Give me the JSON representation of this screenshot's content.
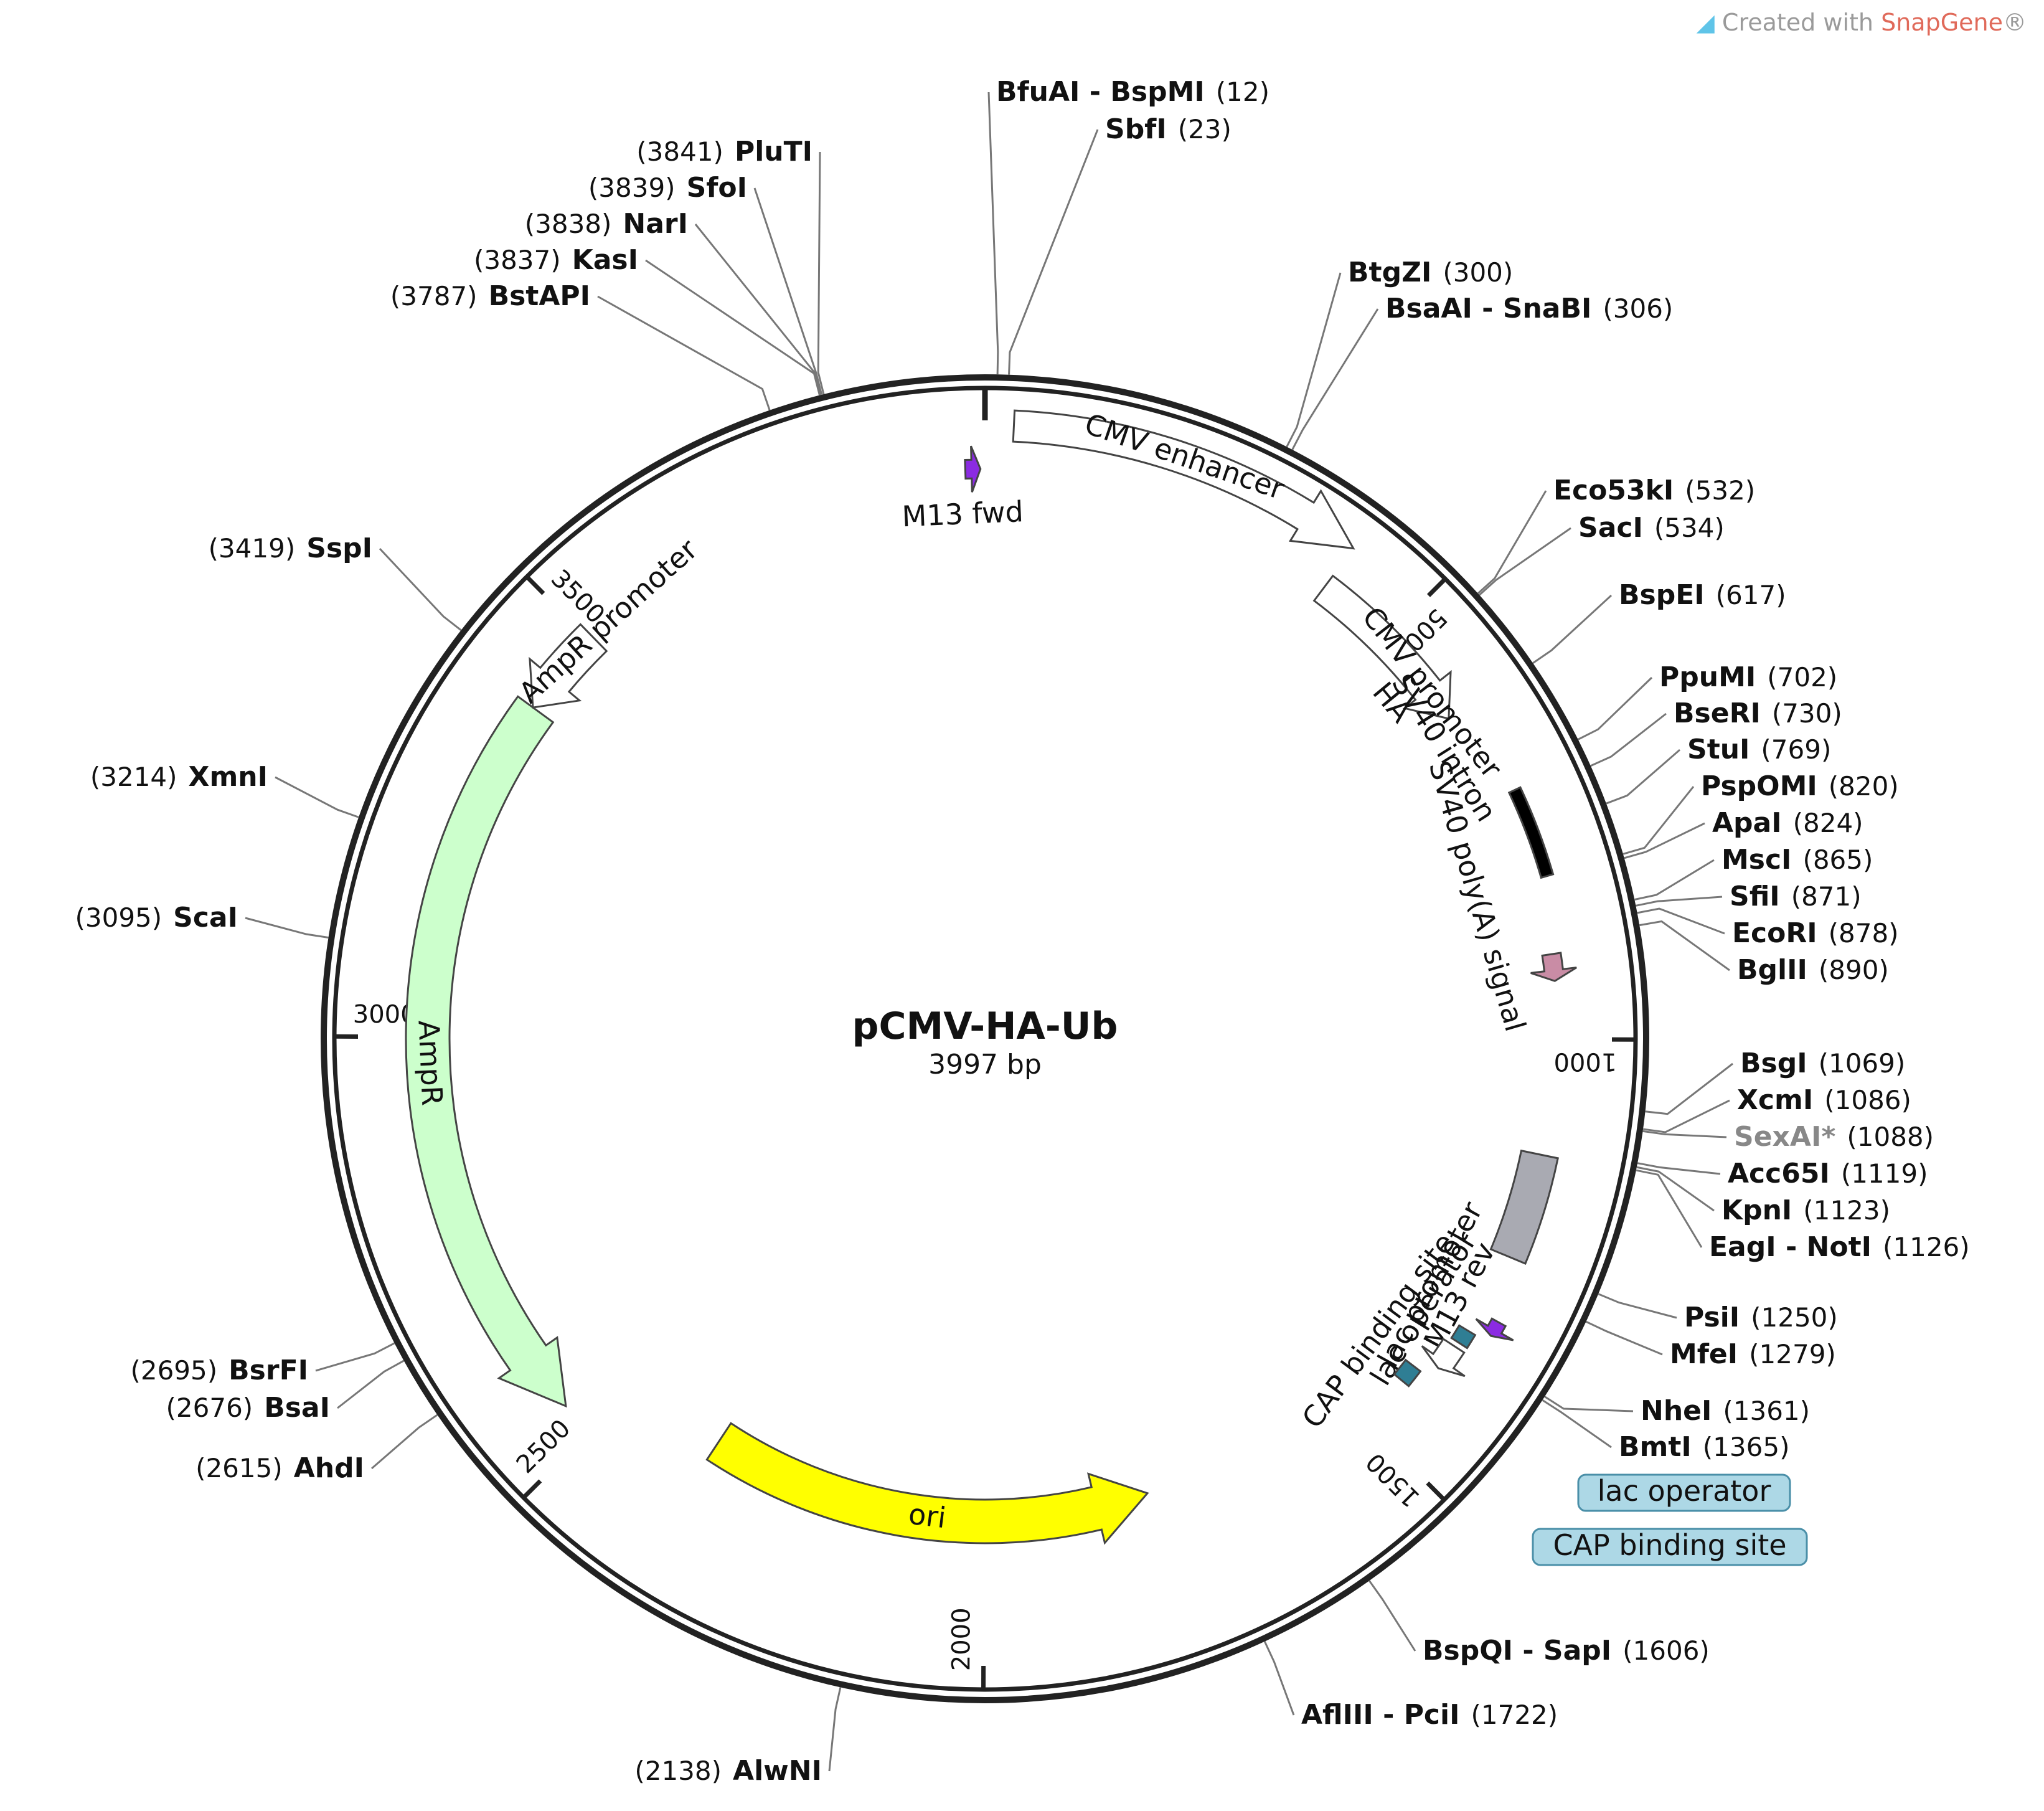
{
  "plasmid": {
    "name": "pCMV-HA-Ub",
    "size_label": "3997 bp",
    "length": 3997
  },
  "watermark": {
    "prefix": "Created with ",
    "brand": "SnapGene",
    "suffix": "®"
  },
  "ticks": [
    {
      "bp": 500,
      "label": "500"
    },
    {
      "bp": 1000,
      "label": "1000"
    },
    {
      "bp": 1500,
      "label": "1500"
    },
    {
      "bp": 2000,
      "label": "2000"
    },
    {
      "bp": 2500,
      "label": "2500"
    },
    {
      "bp": 3000,
      "label": "3000"
    },
    {
      "bp": 3500,
      "label": "3500"
    }
  ],
  "features": [
    {
      "name": "CMV enhancer",
      "start": 30,
      "end": 410,
      "color": "#ffffff",
      "style": "arrow",
      "label": "CMV enhancer"
    },
    {
      "name": "CMV promoter",
      "start": 410,
      "end": 615,
      "color": "#ffffff",
      "style": "arrow",
      "label": "CMV promoter"
    },
    {
      "name": "SV40 intron",
      "start": 720,
      "end": 820,
      "color": "#000000",
      "style": "bar",
      "label": "SV40 intron"
    },
    {
      "name": "HA",
      "start": 905,
      "end": 935,
      "color": "#c98ca5",
      "style": "arrow",
      "label": "HA"
    },
    {
      "name": "SV40 poly(A) signal",
      "start": 1130,
      "end": 1250,
      "color": "#a9aab2",
      "style": "box",
      "label": "SV40 poly(A) signal"
    },
    {
      "name": "M13 rev",
      "start": 1320,
      "end": 1337,
      "color": "#8b2be2",
      "style": "arrow",
      "label": "M13 rev"
    },
    {
      "name": "lac operator",
      "start": 1345,
      "end": 1362,
      "color": "#2f7e94",
      "style": "box",
      "label": "lac operator"
    },
    {
      "name": "lac promoter",
      "start": 1368,
      "end": 1399,
      "color": "#ffffff",
      "style": "arrow",
      "label": "lac promoter"
    },
    {
      "name": "CAP binding site",
      "start": 1414,
      "end": 1436,
      "color": "#2f7e94",
      "style": "box",
      "label": "CAP binding site"
    },
    {
      "name": "ori",
      "start": 1780,
      "end": 2370,
      "color": "#ffff00",
      "style": "arrow-ccw",
      "label": "ori"
    },
    {
      "name": "AmpR",
      "start": 2540,
      "end": 3400,
      "color": "#ccffcc",
      "style": "arrow-ccw",
      "label": "AmpR"
    },
    {
      "name": "AmpR promoter",
      "start": 3400,
      "end": 3505,
      "color": "#ffffff",
      "style": "arrow-ccw",
      "label": "AmpR promoter"
    },
    {
      "name": "M13 fwd",
      "start": 3975,
      "end": 3992,
      "color": "#8b2be2",
      "style": "arrow",
      "label": "M13 fwd"
    }
  ],
  "boxed_labels": [
    {
      "text": "lac operator",
      "color": "#add8e6"
    },
    {
      "text": "CAP binding site",
      "color": "#add8e6"
    }
  ],
  "sites": [
    {
      "pos": 12,
      "name": "BfuAI",
      "name2": "BspMI",
      "pos_label": "(12)"
    },
    {
      "pos": 23,
      "name": "SbfI",
      "pos_label": "(23)"
    },
    {
      "pos": 300,
      "name": "BtgZI",
      "pos_label": "(300)"
    },
    {
      "pos": 306,
      "name": "BsaAI",
      "name2": "SnaBI",
      "pos_label": "(306)"
    },
    {
      "pos": 532,
      "name": "Eco53kI",
      "pos_label": "(532)"
    },
    {
      "pos": 534,
      "name": "SacI",
      "pos_label": "(534)"
    },
    {
      "pos": 617,
      "name": "BspEI",
      "pos_label": "(617)"
    },
    {
      "pos": 702,
      "name": "PpuMI",
      "pos_label": "(702)"
    },
    {
      "pos": 730,
      "name": "BseRI",
      "pos_label": "(730)"
    },
    {
      "pos": 769,
      "name": "StuI",
      "pos_label": "(769)"
    },
    {
      "pos": 820,
      "name": "PspOMI",
      "pos_label": "(820)"
    },
    {
      "pos": 824,
      "name": "ApaI",
      "pos_label": "(824)"
    },
    {
      "pos": 865,
      "name": "MscI",
      "pos_label": "(865)"
    },
    {
      "pos": 871,
      "name": "SfiI",
      "pos_label": "(871)"
    },
    {
      "pos": 878,
      "name": "EcoRI",
      "pos_label": "(878)"
    },
    {
      "pos": 890,
      "name": "BglII",
      "pos_label": "(890)"
    },
    {
      "pos": 1069,
      "name": "BsgI",
      "pos_label": "(1069)"
    },
    {
      "pos": 1086,
      "name": "XcmI",
      "pos_label": "(1086)"
    },
    {
      "pos": 1088,
      "name": "SexAI*",
      "pos_label": "(1088)",
      "gray": true
    },
    {
      "pos": 1119,
      "name": "Acc65I",
      "pos_label": "(1119)"
    },
    {
      "pos": 1123,
      "name": "KpnI",
      "pos_label": "(1123)"
    },
    {
      "pos": 1126,
      "name": "EagI",
      "name2": "NotI",
      "pos_label": "(1126)"
    },
    {
      "pos": 1250,
      "name": "PsiI",
      "pos_label": "(1250)"
    },
    {
      "pos": 1279,
      "name": "MfeI",
      "pos_label": "(1279)"
    },
    {
      "pos": 1361,
      "name": "NheI",
      "pos_label": "(1361)"
    },
    {
      "pos": 1365,
      "name": "BmtI",
      "pos_label": "(1365)"
    },
    {
      "pos": 1606,
      "name": "BspQI",
      "name2": "SapI",
      "pos_label": "(1606)"
    },
    {
      "pos": 1722,
      "name": "AflIII",
      "name2": "PciI",
      "pos_label": "(1722)"
    },
    {
      "pos": 2138,
      "name": "AlwNI",
      "pos_label": "(2138)"
    },
    {
      "pos": 2615,
      "name": "AhdI",
      "pos_label": "(2615)"
    },
    {
      "pos": 2676,
      "name": "BsaI",
      "pos_label": "(2676)"
    },
    {
      "pos": 2695,
      "name": "BsrFI",
      "pos_label": "(2695)"
    },
    {
      "pos": 3095,
      "name": "ScaI",
      "pos_label": "(3095)"
    },
    {
      "pos": 3214,
      "name": "XmnI",
      "pos_label": "(3214)"
    },
    {
      "pos": 3419,
      "name": "SspI",
      "pos_label": "(3419)"
    },
    {
      "pos": 3787,
      "name": "BstAPI",
      "pos_label": "(3787)"
    },
    {
      "pos": 3837,
      "name": "KasI",
      "pos_label": "(3837)"
    },
    {
      "pos": 3838,
      "name": "NarI",
      "pos_label": "(3838)"
    },
    {
      "pos": 3839,
      "name": "SfoI",
      "pos_label": "(3839)"
    },
    {
      "pos": 3841,
      "name": "PluTI",
      "pos_label": "(3841)"
    }
  ]
}
